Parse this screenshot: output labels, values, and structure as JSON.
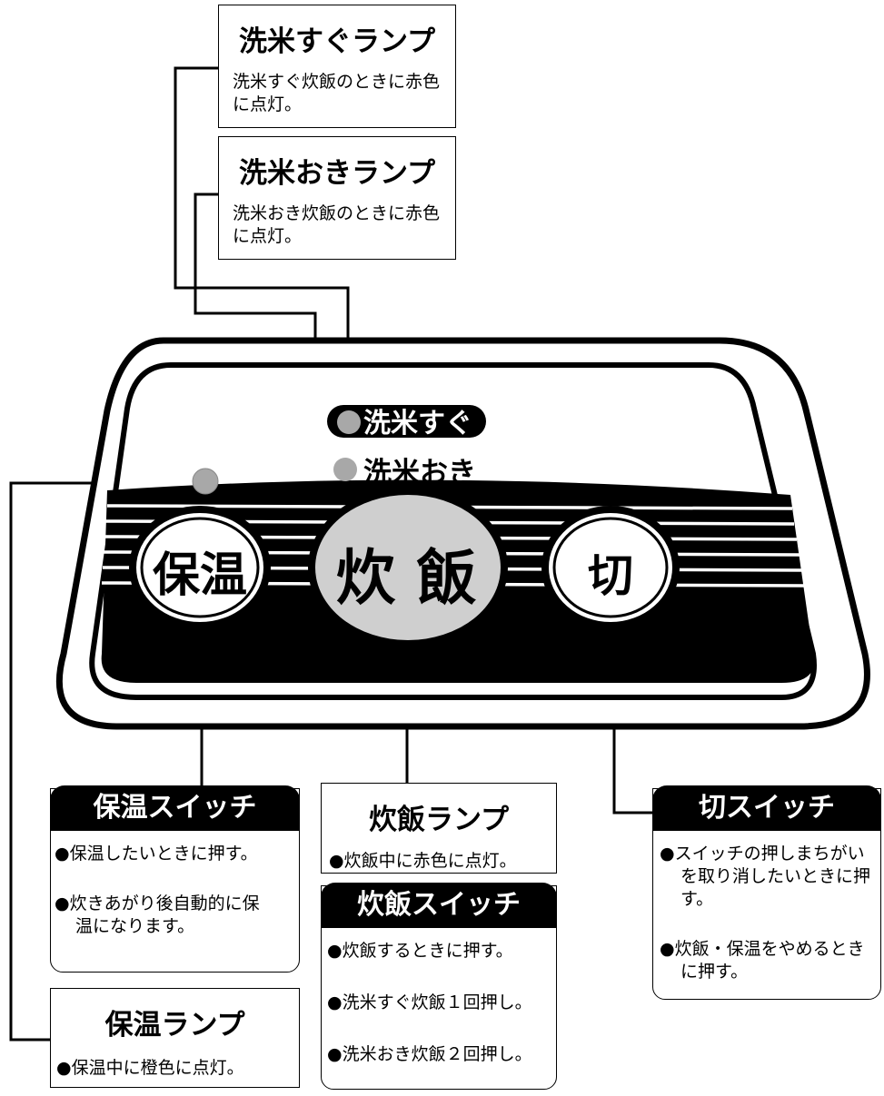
{
  "diagram": {
    "top_boxes": [
      {
        "title": "洗米すぐランプ",
        "desc_lines": [
          "洗米すぐ炊飯のときに赤色",
          "に点灯。"
        ]
      },
      {
        "title": "洗米おきランプ",
        "desc_lines": [
          "洗米おき炊飯のときに赤色",
          "に点灯。"
        ]
      }
    ],
    "panel": {
      "lamp_label_sugu": "洗米すぐ",
      "lamp_label_oki": "洗米おき",
      "btn_hoon": "保温",
      "btn_suihan": "炊 飯",
      "btn_kiri": "切"
    },
    "hoon_switch": {
      "title": "保温スイッチ",
      "items": [
        "●保温したいときに押す。",
        "●炊きあがり後自動的に保",
        "温になります。"
      ]
    },
    "hoon_lamp": {
      "title": "保温ランプ",
      "desc": "●保温中に橙色に点灯。"
    },
    "suihan_lamp": {
      "title": "炊飯ランプ",
      "desc": "●炊飯中に赤色に点灯。"
    },
    "suihan_switch": {
      "title": "炊飯スイッチ",
      "items": [
        "●炊飯するときに押す。",
        "●洗米すぐ炊飯１回押し。",
        "●洗米おき炊飯２回押し。"
      ]
    },
    "kiri_switch": {
      "title": "切スイッチ",
      "items": [
        "●スイッチの押しまちがい",
        "を取り消したいときに押",
        "す。",
        "●炊飯・保温をやめるとき",
        "に押す。"
      ]
    },
    "colors": {
      "lamp_gray": "#a8a8a8",
      "button_gray": "#cfcfcf",
      "black": "#000000"
    }
  }
}
